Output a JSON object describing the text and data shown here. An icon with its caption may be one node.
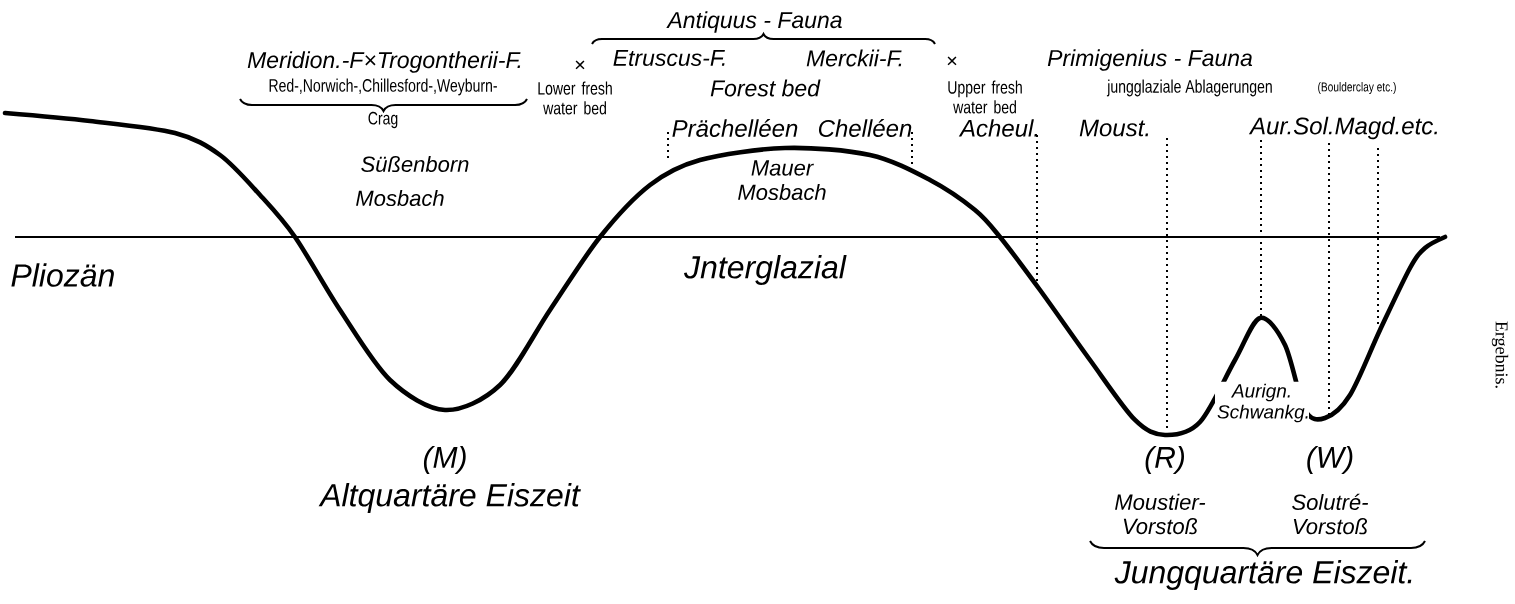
{
  "diagram": {
    "labels": [
      "Antiquus - Fauna",
      "Meridion.-F×Trogontherii-F.",
      "×",
      "Etruscus-F.",
      "Merckii-F.",
      "×",
      "Primigenius - Fauna",
      "Red-,Norwich-,Chillesford-,Weyburn-",
      "Lower fresh water bed",
      "Forest bed",
      "Upper fresh water bed",
      "jungglaziale Ablagerungen",
      "(Boulderclay etc.)",
      "Crag",
      "Prächelléen",
      "Chelléen",
      "Acheul.",
      "Moust.",
      "Aur.Sol.Magd.etc.",
      "Süßenborn",
      "Mosbach",
      "Mauer",
      "Mosbach",
      "Pliozän",
      "Jnterglazial",
      "Aurign. Schwankg.",
      "(M)",
      "(R)",
      "(W)",
      "Altquartäre Eiszeit",
      "Moustier- Vorstoß",
      "Solutré- Vorstoß",
      "Jungquartäre Eiszeit.",
      "Ergebnis."
    ]
  }
}
